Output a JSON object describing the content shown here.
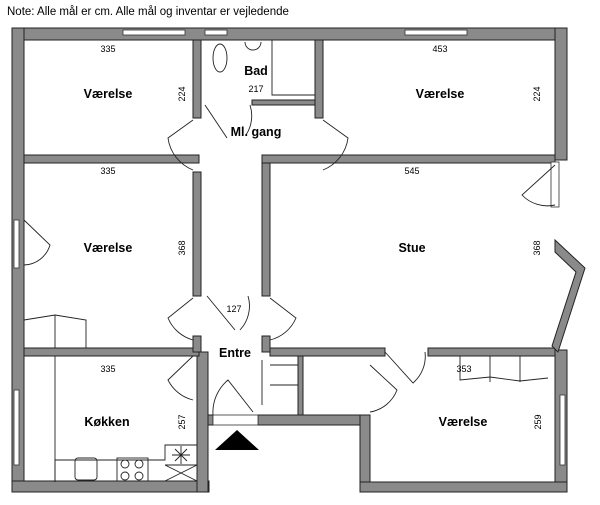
{
  "note": "Note: Alle mål er cm. Alle mål og inventar er vejledende",
  "rooms": {
    "vaerelse_top_left": {
      "label": "Værelse",
      "width": "335",
      "depth": "224"
    },
    "bad": {
      "label": "Bad",
      "width": "217"
    },
    "vaerelse_top_right": {
      "label": "Værelse",
      "width": "453",
      "depth": "224"
    },
    "gang": {
      "label": "Ml. gang"
    },
    "vaerelse_mid_left": {
      "label": "Værelse",
      "width": "335",
      "depth": "368"
    },
    "stue": {
      "label": "Stue",
      "width": "545",
      "depth": "368"
    },
    "entre": {
      "label": "Entre",
      "width": "127"
    },
    "koekken": {
      "label": "Køkken",
      "width": "335",
      "depth": "257"
    },
    "vaerelse_bottom_right": {
      "label": "Værelse",
      "width": "353",
      "depth": "259"
    }
  },
  "colors": {
    "wall": "#8a8a8a",
    "line": "#222222"
  }
}
